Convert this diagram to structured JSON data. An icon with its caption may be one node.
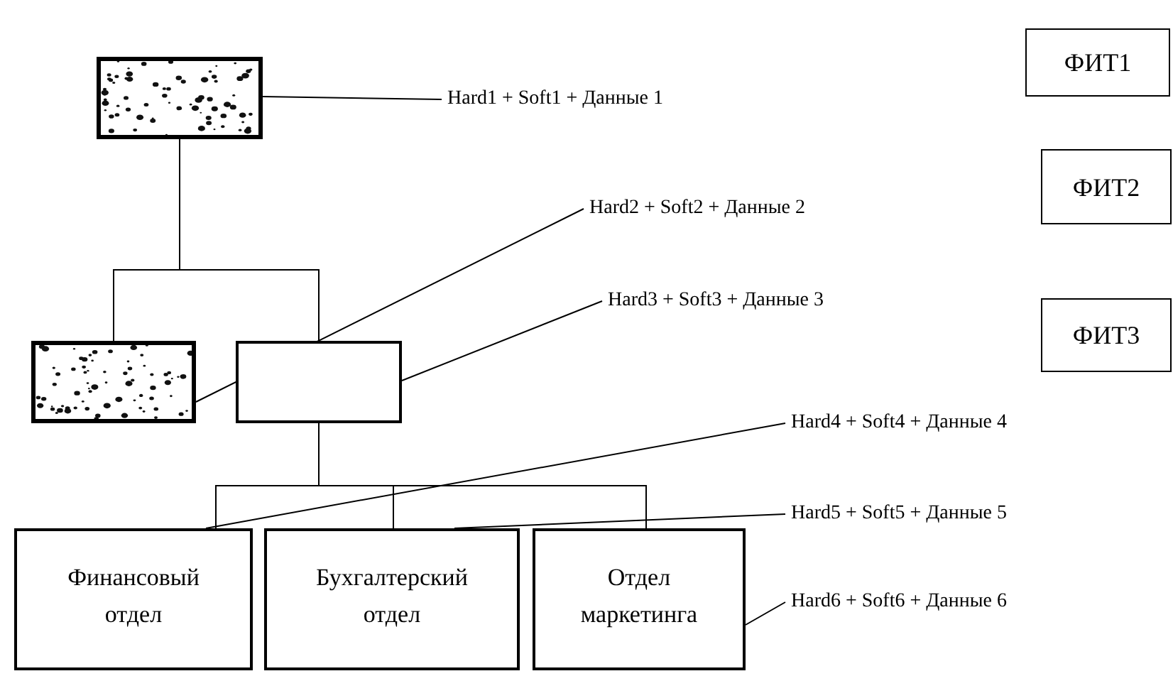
{
  "diagram": {
    "nodes": [
      {
        "text": [],
        "shape": "box"
      },
      {
        "text": [],
        "shape": "box"
      },
      {
        "text": [],
        "shape": "box"
      },
      {
        "text": [
          "Финансовый отдел"
        ]
      },
      {
        "text": [
          "Бухгалтерский отдел"
        ]
      },
      {
        "text": [
          "Отдел маркетинга"
        ]
      },
      {
        "text": [
          "Hard1 + Soft1 + Данные 1"
        ]
      },
      {
        "text": [
          "Hard2 + Soft2 + Данные 2"
        ]
      },
      {
        "text": [
          "Hard3 + Soft3 + Данные 3"
        ]
      },
      {
        "text": [
          "Hard4 + Soft4 + Данные 4"
        ]
      },
      {
        "text": [
          "Hard5 + Soft5 + Данные 5"
        ]
      },
      {
        "text": [
          "Hard6 + Soft6 + Данные 6"
        ]
      },
      {
        "text": [
          "ФИТ1"
        ]
      },
      {
        "text": [
          "ФИТ2"
        ]
      },
      {
        "text": [
          "ФИТ3"
        ]
      }
    ],
    "edges": [
      {
        "from": 0,
        "to": 1,
        "arrow": "none"
      },
      {
        "from": 0,
        "to": 2,
        "arrow": "none"
      },
      {
        "from": 2,
        "to": 3,
        "arrow": "none"
      },
      {
        "from": 2,
        "to": 4,
        "arrow": "none"
      },
      {
        "from": 2,
        "to": 5,
        "arrow": "none"
      },
      {
        "from": 6,
        "to": 0,
        "arrow": "none"
      },
      {
        "from": 7,
        "to": 1,
        "arrow": "none"
      },
      {
        "from": 8,
        "to": 2,
        "arrow": "none"
      },
      {
        "from": 9,
        "to": 3,
        "arrow": "none"
      },
      {
        "from": 10,
        "to": 4,
        "arrow": "none"
      },
      {
        "from": 11,
        "to": 5,
        "arrow": "none"
      }
    ]
  }
}
